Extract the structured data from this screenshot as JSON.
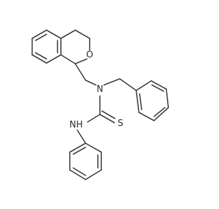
{
  "molecule": {
    "atom_labels": {
      "oxygen": "O",
      "nitrogen_tertiary": "N",
      "nitrogen_amide": "NH",
      "sulfur": "S"
    },
    "bond_color": "#3a3a3a",
    "label_color": "#2a2a2a"
  }
}
